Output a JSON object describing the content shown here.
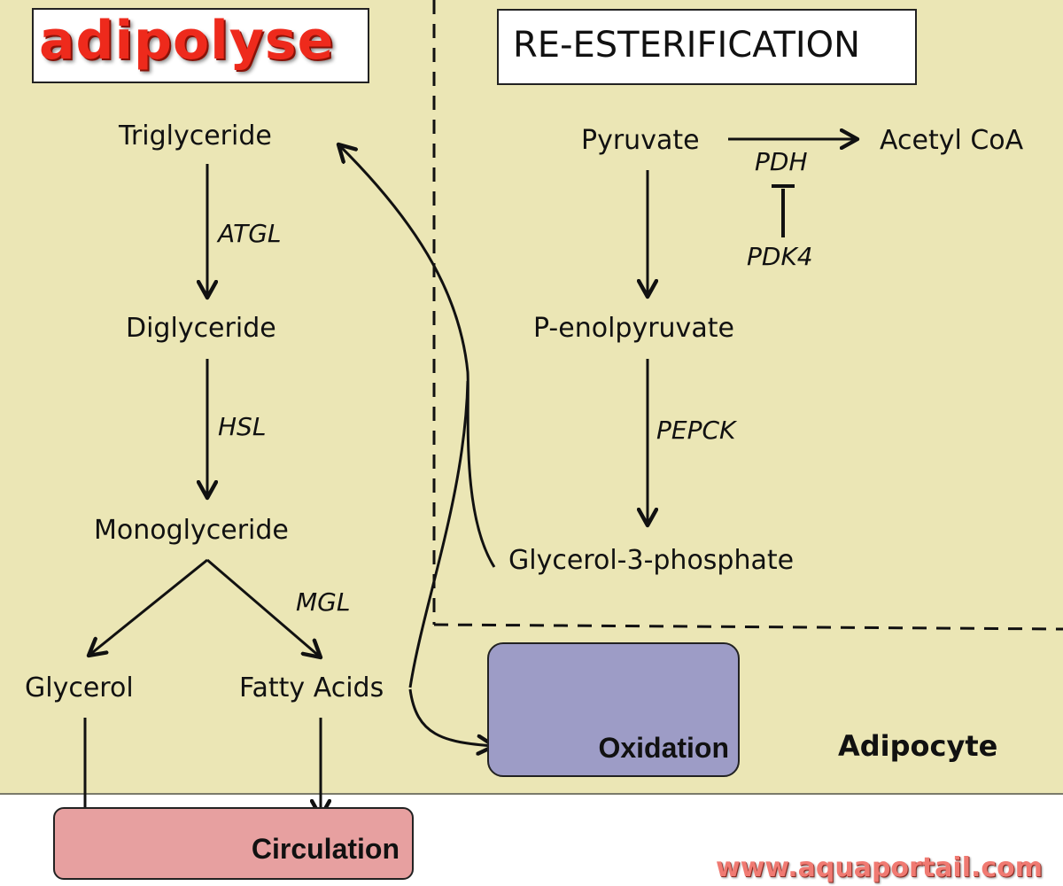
{
  "titles": {
    "left": "adipolyse",
    "right": "RE-ESTERIFICATION"
  },
  "lipolysis": {
    "triglyceride": "Triglyceride",
    "atgl": "ATGL",
    "diglyceride": "Diglyceride",
    "hsl": "HSL",
    "monoglyceride": "Monoglyceride",
    "mgl": "MGL",
    "glycerol": "Glycerol",
    "fatty_acids": "Fatty Acids"
  },
  "reesterification": {
    "pyruvate": "Pyruvate",
    "acetyl_coa": "Acetyl CoA",
    "pdh": "PDH",
    "pdk4": "PDK4",
    "p_enolpyruvate": "P-enolpyruvate",
    "pepck": "PEPCK",
    "glycerol_3_phosphate": "Glycerol-3-phosphate"
  },
  "destinations": {
    "oxidation": "Oxidation",
    "circulation": "Circulation",
    "adipocyte": "Adipocyte"
  },
  "watermark": "www.aquaportail.com",
  "colors": {
    "cell_background": "#ebe6b5",
    "oxidation_box": "#9d9cc6",
    "circulation_box": "#e7a0a0",
    "title_red": "#ee2a1c",
    "watermark": "#f07a72"
  }
}
